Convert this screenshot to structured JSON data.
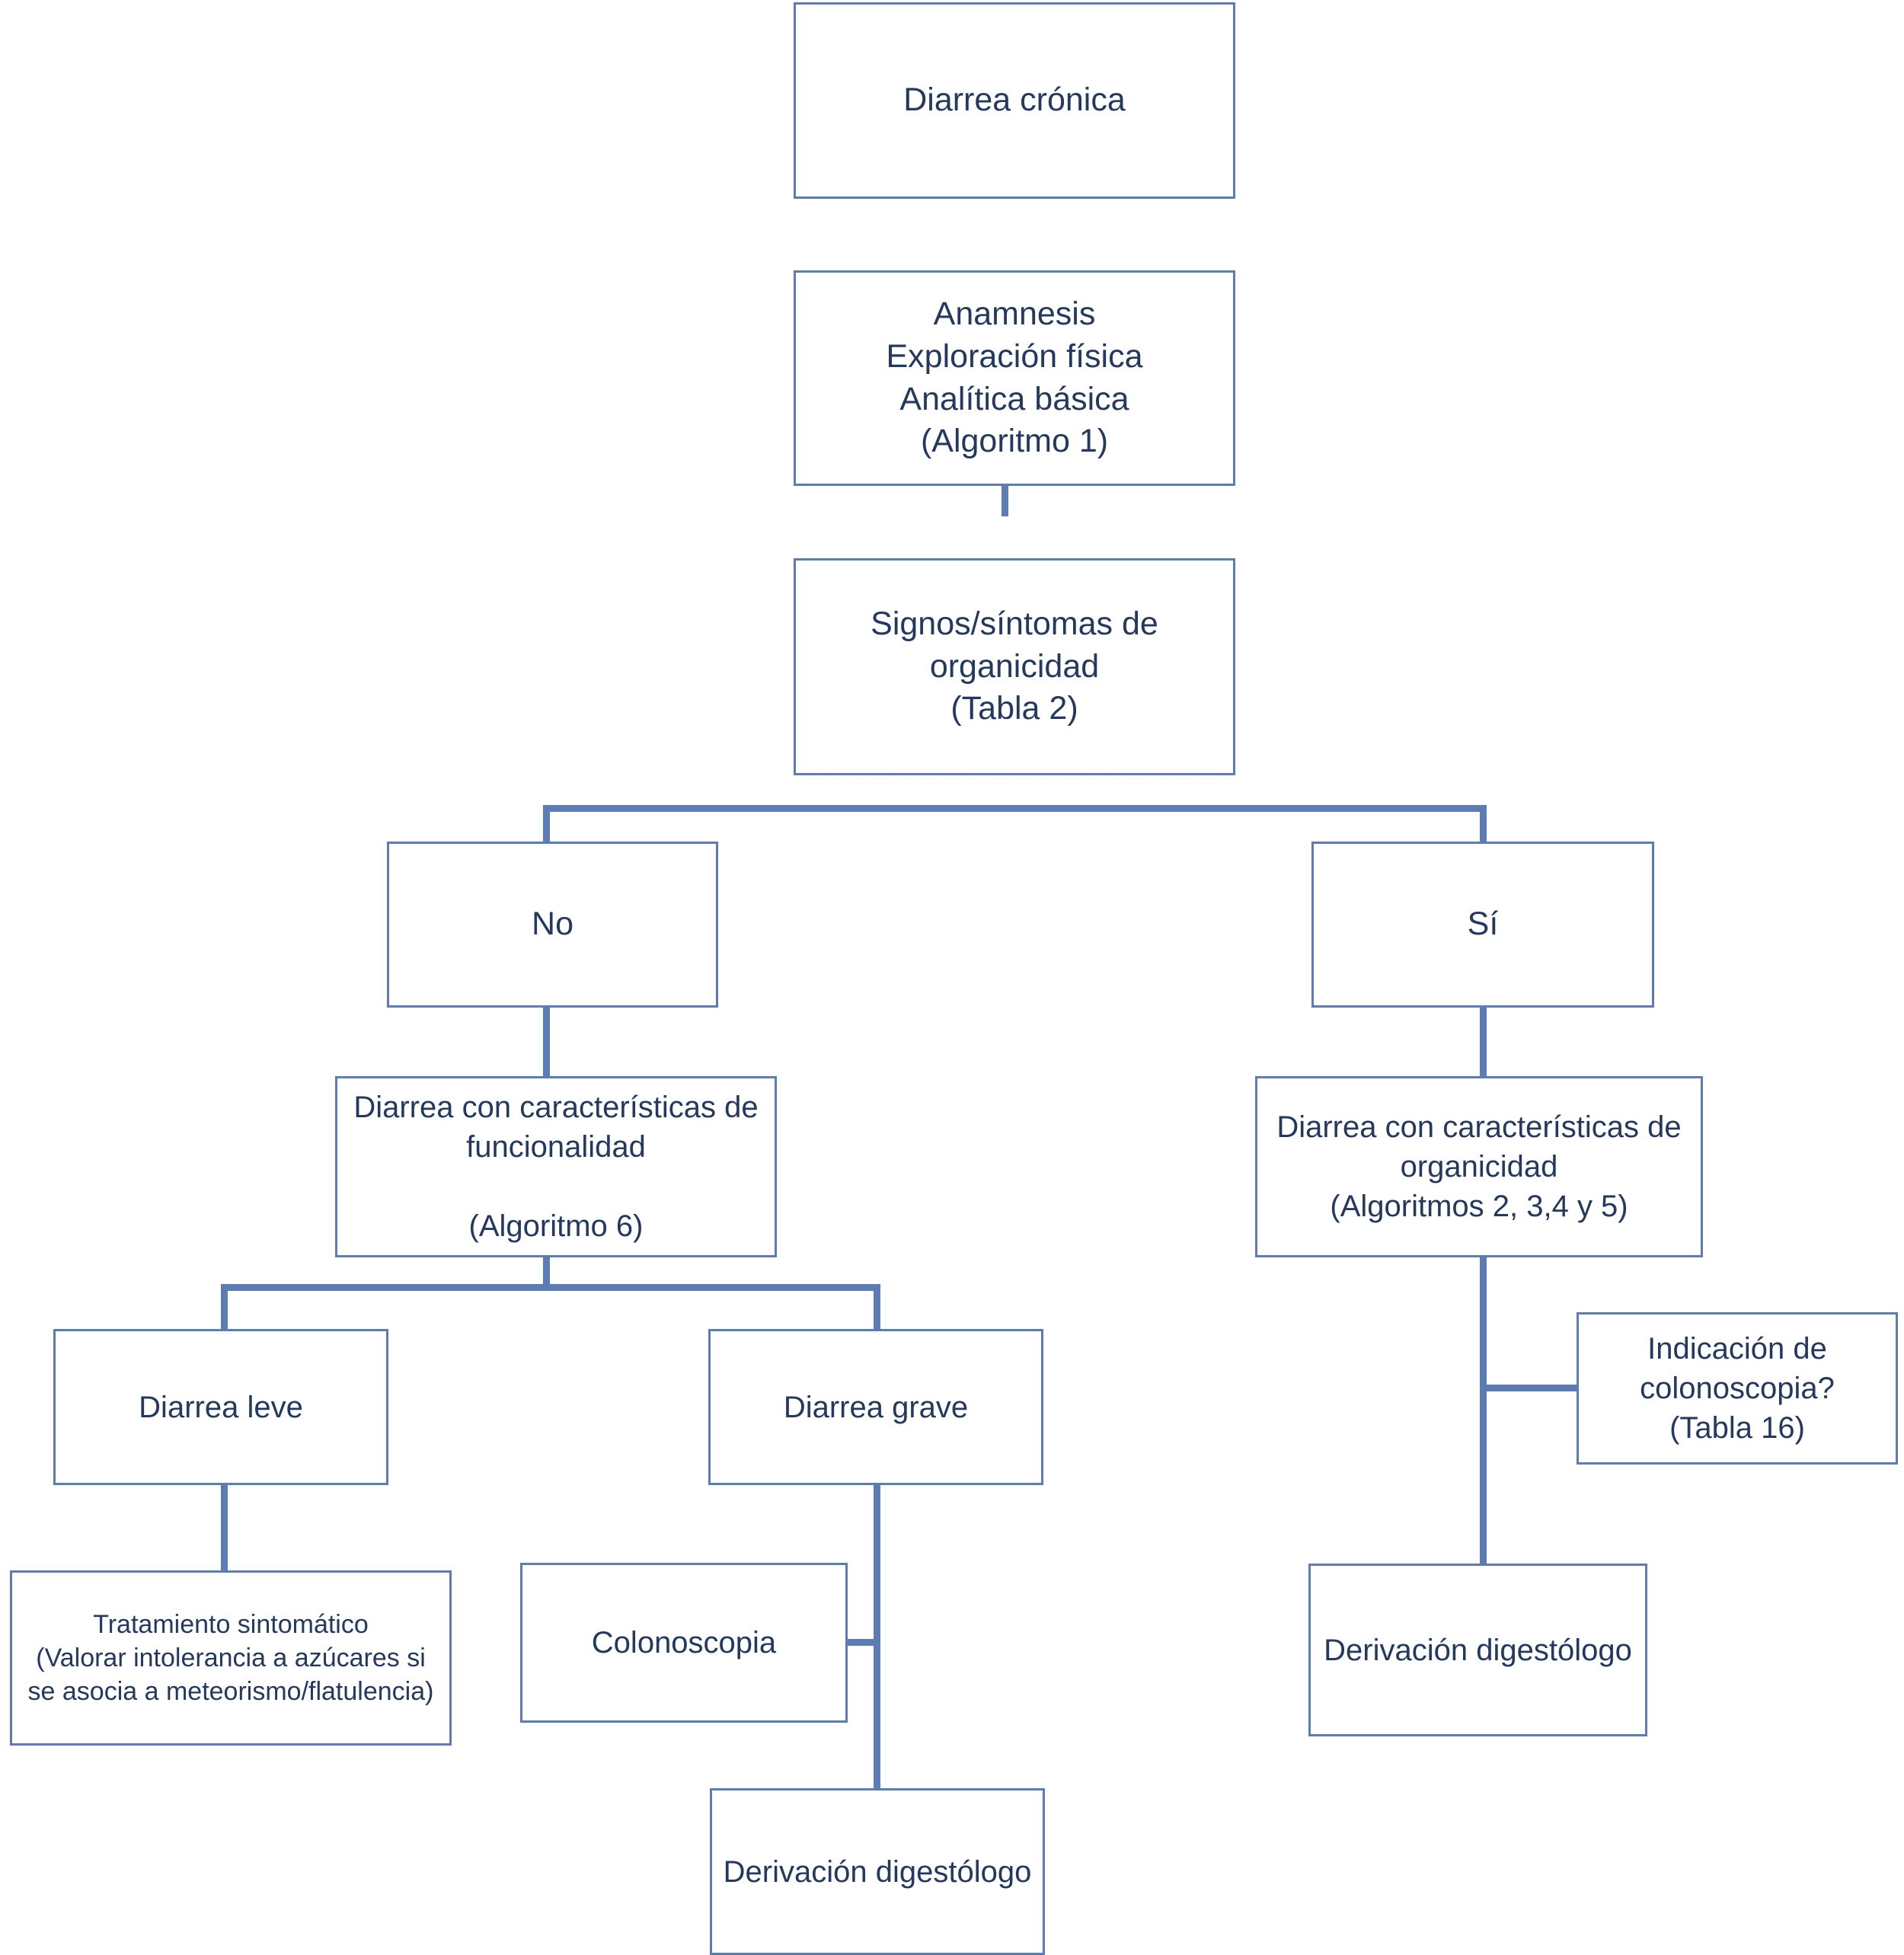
{
  "title": "Algoritmo diagnóstico de la diarrea crónica",
  "colors": {
    "box_border": "#5b7cb5",
    "connector": "#5b7cb5",
    "text": "#24395f",
    "background": "#ffffff"
  },
  "nodes": {
    "root": {
      "label": "Diarrea crónica"
    },
    "assessment": {
      "label": "Anamnesis\nExploración física\nAnalítica básica\n(Algoritmo 1)"
    },
    "organicity_signs": {
      "label": "Signos/síntomas de organicidad\n(Tabla 2)"
    },
    "branch_no": {
      "label": "No"
    },
    "branch_yes": {
      "label": "Sí"
    },
    "functional": {
      "label": "Diarrea con características de funcionalidad\n\n(Algoritmo 6)"
    },
    "organic": {
      "label": "Diarrea con características de organicidad\n(Algoritmos  2, 3,4 y 5)"
    },
    "mild": {
      "label": "Diarrea leve"
    },
    "severe": {
      "label": "Diarrea  grave"
    },
    "symptomatic_treatment": {
      "label": "Tratamiento sintomático\n(Valorar intolerancia a azúcares si se asocia a meteorismo/flatulencia)"
    },
    "colonoscopy_left": {
      "label": "Colonoscopia"
    },
    "referral_bottom": {
      "label": "Derivación digestólogo"
    },
    "colonoscopy_indication": {
      "label": "Indicación de colonoscopia?\n(Tabla 16)"
    },
    "referral_right": {
      "label": "Derivación digestólogo"
    }
  },
  "edges": [
    {
      "from": "root",
      "to": "assessment"
    },
    {
      "from": "assessment",
      "to": "organicity_signs"
    },
    {
      "from": "organicity_signs",
      "to": "branch_no"
    },
    {
      "from": "organicity_signs",
      "to": "branch_yes"
    },
    {
      "from": "branch_no",
      "to": "functional"
    },
    {
      "from": "branch_yes",
      "to": "organic"
    },
    {
      "from": "functional",
      "to": "mild"
    },
    {
      "from": "functional",
      "to": "severe"
    },
    {
      "from": "mild",
      "to": "symptomatic_treatment"
    },
    {
      "from": "severe",
      "to": "colonoscopy_left"
    },
    {
      "from": "severe",
      "to": "referral_bottom"
    },
    {
      "from": "organic",
      "to": "colonoscopy_indication"
    },
    {
      "from": "organic",
      "to": "referral_right"
    }
  ]
}
